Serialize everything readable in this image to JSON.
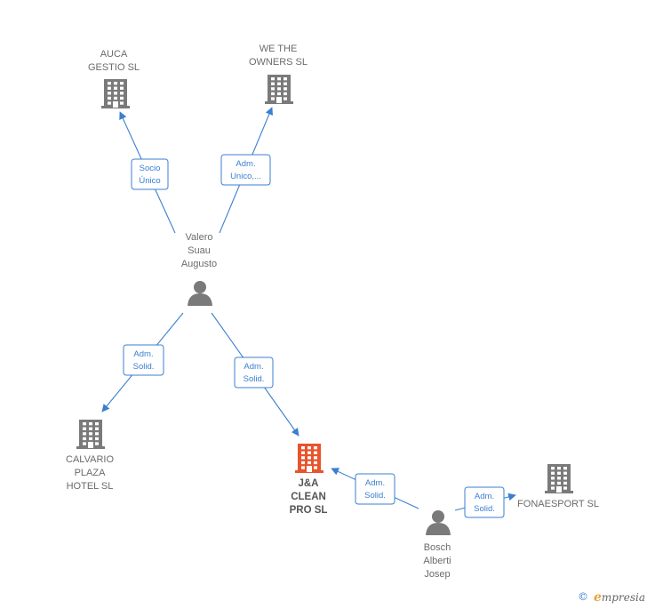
{
  "colors": {
    "edge": "#3b7fcf",
    "building": "#7a7a7a",
    "building_main": "#e8542c",
    "person": "#7a7a7a"
  },
  "nodes": [
    {
      "id": "auca",
      "type": "company",
      "lines": [
        "AUCA",
        "GESTIO  SL"
      ],
      "main": false
    },
    {
      "id": "wetheowners",
      "type": "company",
      "lines": [
        "WE THE",
        "OWNERS  SL"
      ],
      "main": false
    },
    {
      "id": "valero",
      "type": "person",
      "lines": [
        "Valero",
        "Suau",
        "Augusto"
      ],
      "main": false
    },
    {
      "id": "calvario",
      "type": "company",
      "lines": [
        "CALVARIO",
        "PLAZA",
        "HOTEL  SL"
      ],
      "main": false
    },
    {
      "id": "jaclean",
      "type": "company",
      "lines": [
        "J&A",
        "CLEAN",
        "PRO  SL"
      ],
      "main": true
    },
    {
      "id": "bosch",
      "type": "person",
      "lines": [
        "Bosch",
        "Alberti",
        "Josep"
      ],
      "main": false
    },
    {
      "id": "fonaesport",
      "type": "company",
      "lines": [
        "FONAESPORT SL"
      ],
      "main": false
    }
  ],
  "edges": [
    {
      "from": "valero",
      "to": "auca",
      "role": [
        "Socio",
        "Único"
      ]
    },
    {
      "from": "valero",
      "to": "wetheowners",
      "role": [
        "Adm.",
        "Unico,..."
      ]
    },
    {
      "from": "valero",
      "to": "calvario",
      "role": [
        "Adm.",
        "Solid."
      ]
    },
    {
      "from": "valero",
      "to": "jaclean",
      "role": [
        "Adm.",
        "Solid."
      ]
    },
    {
      "from": "bosch",
      "to": "jaclean",
      "role": [
        "Adm.",
        "Solid."
      ]
    },
    {
      "from": "bosch",
      "to": "fonaesport",
      "role": [
        "Adm.",
        "Solid."
      ]
    }
  ],
  "footer": {
    "copyright_symbol": "©",
    "brand_initial": "e",
    "brand_rest": "mpresia"
  }
}
